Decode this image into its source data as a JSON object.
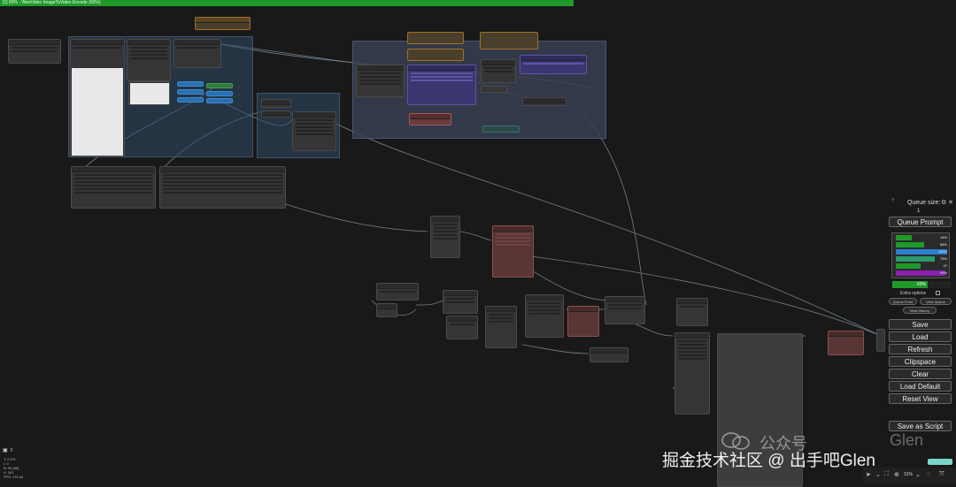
{
  "window": {
    "title": "[1] 60% - WanVideo ImageToVideo Encode (60%)",
    "progress_percent": 60,
    "progress_color": "#1f9a2a"
  },
  "canvas": {
    "background": "#191919",
    "group_colors": [
      "#2f4a66",
      "#3a3f52",
      "#2c3b52"
    ],
    "node_color": "#353535"
  },
  "menu": {
    "queue_size_label": "Queue size:",
    "queue_count": "1",
    "icons": {
      "settings": "gear-icon",
      "close": "close-icon",
      "drag": "drag-handle-icon"
    },
    "queue_prompt": "Queue Prompt",
    "resource_stats": [
      {
        "color": "#1f9a2a",
        "percent": "16%"
      },
      {
        "color": "#1f9a2a",
        "percent": "58%"
      },
      {
        "color": "#2b7fcf",
        "percent": "100%"
      },
      {
        "color": "#2a9a6a",
        "percent": "75%"
      },
      {
        "color": "#1f9a2a",
        "percent": "47"
      },
      {
        "color": "#8a1fb0",
        "percent": "99%"
      }
    ],
    "execution_percent": "60%",
    "execution_fraction": 0.6,
    "extra_options_label": "Extra options",
    "small_buttons": [
      "Queue Front",
      "View Queue",
      "View History"
    ],
    "buttons": [
      "Save",
      "Load",
      "Refresh",
      "Clipspace",
      "Clear",
      "Load Default",
      "Reset View"
    ],
    "save_as_script": "Save as Script"
  },
  "toolbar": {
    "zoom": "31%",
    "icons": [
      "pointer-icon",
      "chevron-down-icon",
      "fit-view-icon",
      "zoom-icon",
      "chevron-down-icon",
      "link-visibility-icon",
      "fullscreen-icon"
    ]
  },
  "canvas_info": {
    "lines": [
      "T: 0.0%",
      "I: 0",
      "N: 96 [96]",
      "V: 181",
      "FPS: 175.44"
    ],
    "icons": [
      "save-icon",
      "upload-icon"
    ]
  },
  "watermark": {
    "public_label": "公众号",
    "name": "Glen",
    "text": "掘金技术社区 @ 出手吧Glen"
  }
}
